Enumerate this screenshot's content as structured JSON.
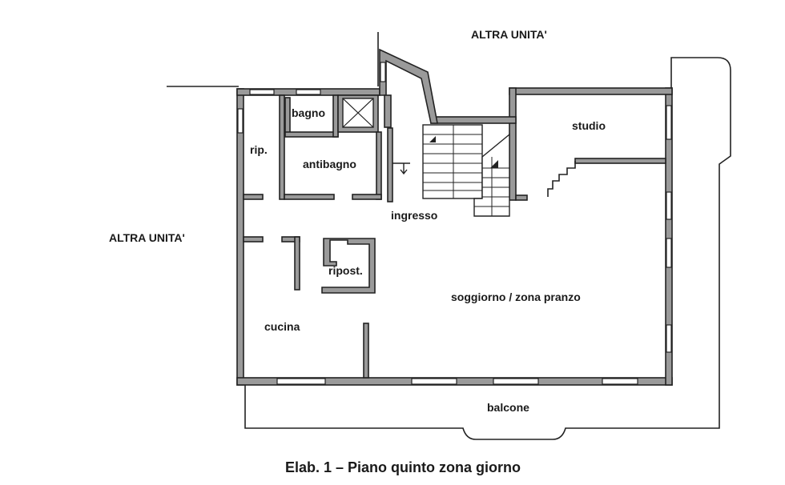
{
  "labels": {
    "altra_top": "ALTRA UNITA'",
    "altra_left": "ALTRA UNITA'",
    "bagno": "bagno",
    "rip": "rip.",
    "antibagno": "antibagno",
    "studio": "studio",
    "ingresso": "ingresso",
    "ripost": "ripost.",
    "soggiorno": "soggiorno / zona pranzo",
    "cucina": "cucina",
    "balcone": "balcone"
  },
  "caption": "Elab. 1 – Piano quinto zona giorno"
}
